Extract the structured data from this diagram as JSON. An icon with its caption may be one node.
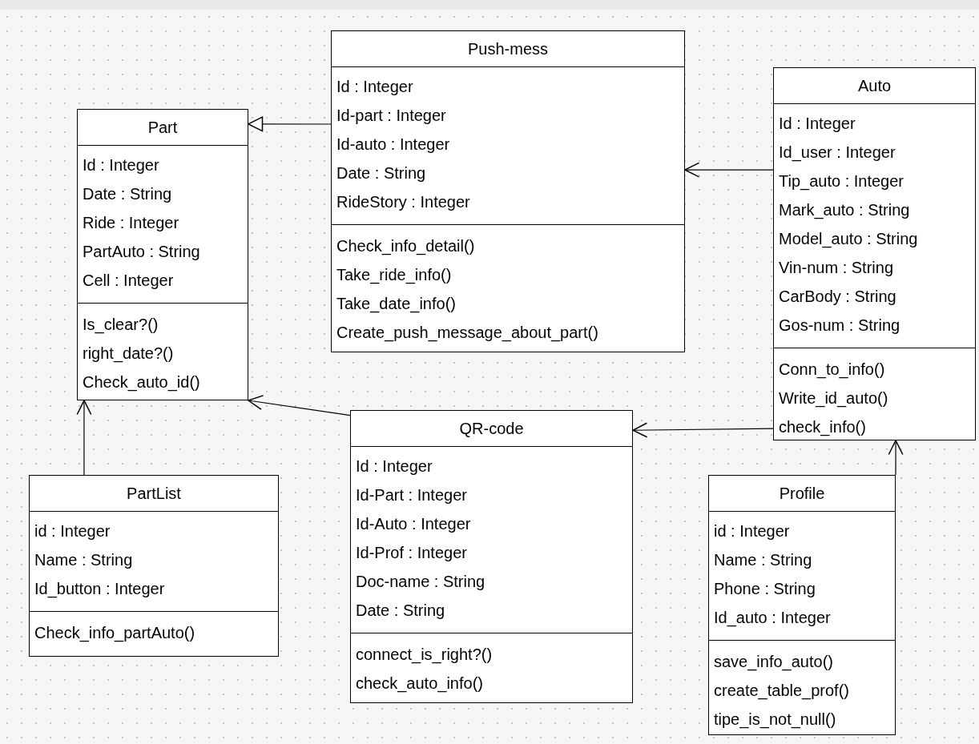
{
  "diagram": {
    "nodes": [
      {
        "text": [
          "Part"
        ]
      },
      {
        "text": [
          "Id : Integer",
          "Date : String",
          "Ride : Integer",
          "PartAuto : String",
          "Cell : Integer"
        ],
        "in": 0
      },
      {
        "text": [
          "Is_clear?()",
          "right_date?()",
          "Check_auto_id()"
        ],
        "in": 0
      },
      {
        "text": [
          "Push-mess"
        ]
      },
      {
        "text": [
          "Id : Integer",
          "Id-part : Integer",
          "Id-auto : Integer",
          "Date : String",
          "RideStory : Integer"
        ],
        "in": 3
      },
      {
        "text": [
          "Check_info_detail()",
          "Take_ride_info()",
          "Take_date_info()",
          "Create_push_message_about_part()"
        ],
        "in": 3
      },
      {
        "text": [
          "Auto"
        ]
      },
      {
        "text": [
          "Id : Integer",
          "Id_user : Integer",
          "Tip_auto : Integer",
          "Mark_auto : String",
          "Model_auto : String",
          "Vin-num : String",
          "CarBody : String",
          "Gos-num : String"
        ],
        "in": 6
      },
      {
        "text": [
          "Conn_to_info()",
          "Write_id_auto()",
          "check_info()"
        ],
        "in": 6
      },
      {
        "text": [
          "PartList"
        ]
      },
      {
        "text": [
          "id : Integer",
          "Name : String",
          "Id_button : Integer"
        ],
        "in": 9
      },
      {
        "text": [
          "Check_info_partAuto()"
        ],
        "in": 9
      },
      {
        "text": [
          "QR-code"
        ]
      },
      {
        "text": [
          "Id : Integer",
          "Id-Part : Integer",
          "Id-Auto : Integer",
          "Id-Prof : Integer",
          "Doc-name : String",
          "Date : String"
        ],
        "in": 12
      },
      {
        "text": [
          "connect_is_right?()",
          "check_auto_info()"
        ],
        "in": 12
      },
      {
        "text": [
          "Profile"
        ]
      },
      {
        "text": [
          "id : Integer",
          "Name : String",
          "Phone : String",
          "Id_auto : Integer"
        ],
        "in": 15
      },
      {
        "text": [
          "save_info_auto()",
          "create_table_prof()",
          "tipe_is_not_null()"
        ],
        "in": 15
      }
    ],
    "edges": [
      {
        "from": 3,
        "to": 0,
        "arrow": "to"
      },
      {
        "from": 6,
        "to": 3,
        "arrow": "to"
      },
      {
        "from": 9,
        "to": 0,
        "arrow": "to"
      },
      {
        "from": 12,
        "to": 0,
        "arrow": "to"
      },
      {
        "from": 6,
        "to": 12,
        "arrow": "to"
      },
      {
        "from": 15,
        "to": 6,
        "arrow": "to"
      }
    ]
  }
}
